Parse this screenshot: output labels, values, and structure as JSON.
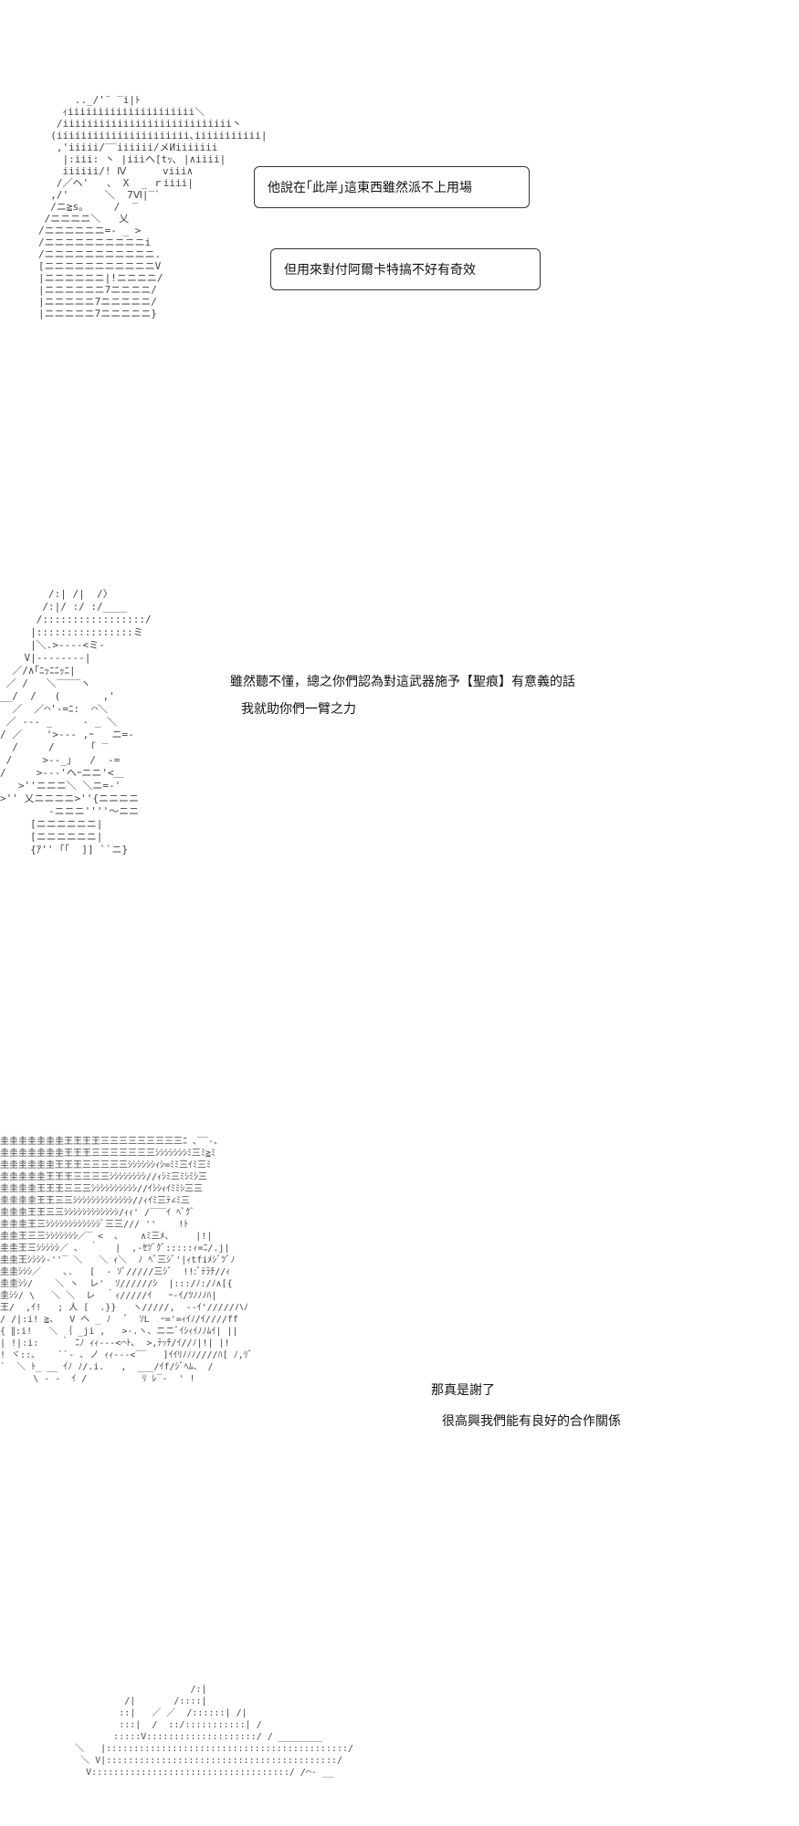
{
  "panels": [
    {
      "art_lines": [
        "      .._/'¨ ‾i|ﾄ",
        "    ｨiiiiiiiiiiiiiiiiiiiii＼",
        "   /iiiiiiiiiiiiiiiiiiiiiiiiiiii丶",
        "  (iiiiiiiiiiiiiiiiiiiiii､iiiiiiiiiii|",
        "   ,'iiiii/‾‾iiiiii/メИiiiiiii",
        "    |:iii: 丶 |iiiヘ[tｯ､ |∧iiii|",
        "    iiiiii/! Ⅳ      viii∧",
        "   /／ヘ'   、 X  _ ｒiiii|",
        "  ,/'      ＼  7Ⅵ|‾`",
        "  /ニ≧s｡     /  ‾",
        " /ニニニニ＼   乂",
        "/ニニニニニニ=- _ >",
        "/ニニニニニニニニニニi",
        "/ニニニニニニニニニニニ.",
        "[ニニニニニニニニニニニV",
        "|ニニニニニニ|!ニニニニ/",
        "|ニニニニニニ7ニニニニ/",
        "|ニニニニニ7ニニニニニ/",
        "|ニニニニニ7ニニニニニ}"
      ],
      "bubbles": [
        {
          "text": "他說在｢此岸｣這東西雖然派不上用場"
        },
        {
          "text": "但用來對付阿爾卡特搞不好有奇效"
        }
      ]
    },
    {
      "art_lines": [
        "        /:| /|  /〉",
        "       /:|/ :/ :/____",
        "      /:::::::::::::::::/",
        "     |::::::::::::::::ミ",
        "     |＼.>‐‐‐‐<ミ-",
        "    V|‐‐‐‐‐‐‐‐|",
        "  ／/∧｢ﾆｯﾆﾆｯﾆ|",
        " ／ /   ＼‾‾‾‾ヽ",
        "__/  /   (       ,'",
        "  ／  ／⌒'‐=ﾆ:  ⌒＼",
        " ／ -‐‐ _     ‐ _ ＼",
        "/ ／    '>‐‐‐ ,ｰ   ニ=-",
        "  /     /      ｢ ‾ ",
        " /     >‐‐_｣   /  ‐=",
        "/     >‐‐‐'ヘｰニニ'<＿",
        "   >''ニニニ＼ ＼ニ=-'",
        ">'' 乂ニニニニ>''{ニニニニ",
        "        -ニニニ''''～ニニ",
        "     [ニニニニニニ|",
        "     [ニニニニニニ|",
        "     {ｱ'' ｢｢  ]] ``ニ}"
      ],
      "speech_lines": [
        "雖然聽不懂，總之你們認為對這武器施予【聖痕】有意義的話",
        "我就助你們一臂之力"
      ]
    },
    {
      "art_lines": [
        "圭圭圭圭圭圭圭王王王王三三三三三三三三三ﾆ ､‾‾‐､",
        "圭圭圭圭圭圭圭王王王三三三三三三三ｼｼｼｼｼｼｼﾐ三ﾐ≧ﾐ",
        "圭圭圭圭圭圭王王王三三三三三ｼｼｼｼｼｼｨｼ=ﾐﾐ三ｲﾐ三ﾐ",
        "圭圭圭圭圭王王王三三三三ｼｼｼｼｼｼｼｼ//ｨｼﾐ三ﾐｼﾐｼ三",
        "圭圭圭圭王王王三三三ｼｼｼｼｼｼｼｼｼｼ//ｲｼｼｨｲﾐﾐｼ三三",
        "圭圭圭圭王王三三ｼｼｼｼｼｼｼｼｼｼｼｼｼ//ｨｲﾐ三ﾃ∠ﾐ三",
        "圭圭圭王王三三ｼｼｼｼｼｼｼｼｼｼｼｼ/ｨｨ' /‾‾‾ｲ ﾍﾞｸﾞ",
        "圭圭圭王三ｼｼｼｼｼｼｼｼｼｼｼｼﾞ三三/// ''    !ﾄ",
        "圭圭王三三ｼｼｼｼｼｼｼ／‾ <  ､    ∧ﾐ三ﾒ、    |!|",
        "圭圭王三ｼｼｼｼｼ／ ､  ｀   |  ,-ｾﾂﾞｸﾞ:::::ｨ=ﾆ/.j|",
        "圭圭王ｼｼｼｼ‐''‾ ＼   ＼ ｨ＼  ﾉ ﾍﾞ三ｼﾞ'|ｨtfiﾒｼﾞﾂﾞﾉ",
        "圭圭ｼｼｼ／    ､.   [  ‐ ｿﾞ/////三ｼﾞ  !!:ﾞﾃﾗﾁ//ｨ",
        "圭圭ｼｼ/    ＼ ヽ  レ'  ｿ//////ｼ  |:::/ﾉ:/ﾉ∧[{",
        "圭ｼｼ/ \\   ＼ ＼  レ  ｀ｨ/////ｲ   ｰ‐ｲ/ﾂﾉﾉﾉﾊ|",
        "王/  ,ｲ!   ; 人 [  .}}   ヽ/////,  -‐ｲ'/////ハﾉ",
        "/ /|:i! ≧、  V ヘ _ ﾉ   ﾞ  ｿL  ｰ='=ｨｲﾉ/ｲ////ff",
        "{ ∥:i!   ＼ ｛ _ji ,   >-.ヽ、ニニﾞｲｼｨｲﾉﾉﾑｲ| ||",
        "| !|:i:    ｀ ﾆﾉ ｨｨ‐‐‐<⌒ﾄ､  >,ﾃｯﾁ/ｲ//ﾉ|!| |!",
        "! ヾ::､    ``‐ ､ ノ ｨｨ‐‐‐<‾‾   ]ｲｲﾘﾉﾉﾉ////ﾊ[ ﾉ,ﾘﾞ",
        "`  ＼ ﾄ_ __ ｲﾉ ﾉ/.i.   ,  ___/ｲf/ｼﾞﾍﾑ、 /",
        "      \\ ‐ -  ｲ /          ﾘ ﾚ‾‐  ' !"
      ],
      "speech_lines": [
        "那真是謝了",
        "很高興我們能有良好的合作關係"
      ]
    },
    {
      "art_lines": [
        "                       /:|",
        "           /|       /::::|",
        "          ::|   ／ ／  /::::::| /|",
        "          :::|  /  ::/:::::::::::| /",
        "         :::::V::::::::::::::::::::/ / ________",
        "  ＼   |::::::::::::::::::::::::::::::::::::::::::::/",
        "   ＼ V|::::::::::::::::::::::::::::::::::::::::::/",
        "    V::::::::::::::::::::::::::::::::::::/ /⌒‐ __"
      ]
    }
  ]
}
